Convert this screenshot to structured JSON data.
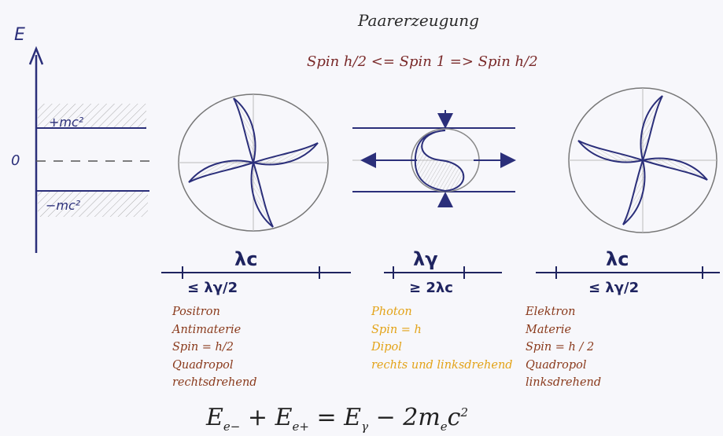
{
  "title": "Paarerzeugung",
  "subtitle": "Spin h/2 <= Spin 1 => Spin h/2",
  "energy_axis": {
    "axis_label": "E",
    "upper_label": "+mc²",
    "zero_label": "0",
    "lower_label": "−mc²"
  },
  "positron": {
    "wavelength_label": "λc",
    "condition": "≤ λγ/2",
    "lines": [
      "Positron",
      "Antimaterie",
      "Spin = h/2",
      "Quadropol",
      "rechtsdrehend"
    ]
  },
  "photon": {
    "wavelength_label": "λγ",
    "condition": "≥ 2λc",
    "lines": [
      "Photon",
      "Spin = h",
      "Dipol",
      "rechts und linksdrehend"
    ]
  },
  "electron": {
    "wavelength_label": "λc",
    "condition": "≤ λγ/2",
    "lines": [
      "Elektron",
      "Materie",
      "Spin = h / 2",
      "Quadropol",
      "linksdrehend"
    ]
  },
  "formula": {
    "e1": "E",
    "s1": "e−",
    "plus": " + ",
    "e2": "E",
    "s2": "e+",
    "eq": " = ",
    "e3": "E",
    "s3": "γ",
    "minus": " − 2m",
    "s4": "e",
    "c": "c",
    "pow": "2"
  },
  "colors": {
    "ink": "#2b2f7a",
    "pencil": "#8c8c8c",
    "brown_text": "#8a3a1c",
    "photon_text": "#e3a318"
  }
}
